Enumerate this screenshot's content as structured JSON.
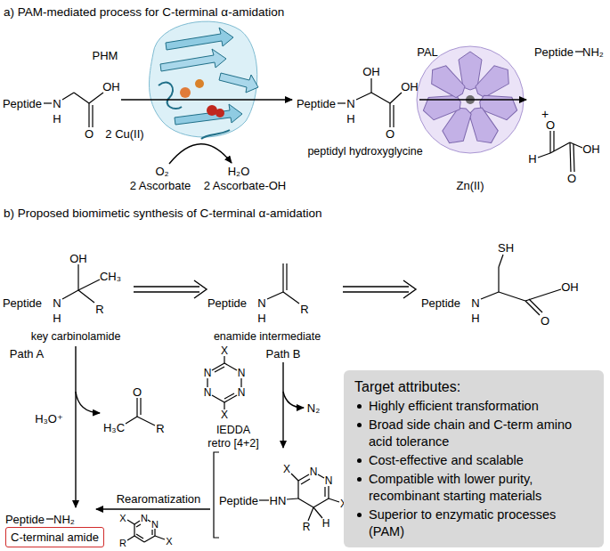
{
  "diagram": {
    "nodes": [
      {
        "text": [
          "C-terminal amide"
        ]
      },
      {
        "text": [
          "Target attributes:",
          "Highly efficient transformation",
          "Broad side chain and C-term amino acid tolerance",
          "Cost-effective and scalable",
          "Compatible with lower purity, recombinant starting materials",
          "Superior to enzymatic processes (PAM)"
        ]
      }
    ],
    "labels": [
      "a) PAM-mediated process for C-terminal α-amidation",
      "PHM",
      "Peptide",
      "N",
      "H",
      "OH",
      "O",
      "2 Cu(II)",
      "O₂",
      "2 Ascorbate",
      "H₂O",
      "2 Ascorbate-OH",
      "Peptide",
      "N",
      "H",
      "OH",
      "OH",
      "O",
      "peptidyl hydroxyglycine",
      "PAL",
      "Zn(II)",
      "Peptide",
      "NH₂",
      "+",
      "H",
      "O",
      "OH",
      "O",
      "b) Proposed biomimetic synthesis of C-terminal α-amidation",
      "OH",
      "CH₃",
      "Peptide",
      "N",
      "H",
      "R",
      "key carbinolamide",
      "Peptide",
      "N",
      "H",
      "R",
      "enamide intermediate",
      "SH",
      "Peptide",
      "N",
      "H",
      "OH",
      "O",
      "Path A",
      "H₃O⁺",
      "O",
      "H₃C",
      "R",
      "Path B",
      "X",
      "N",
      "N",
      "N",
      "N",
      "X",
      "IEDDA",
      "retro [4+2]",
      "N₂",
      "X",
      "N",
      "N",
      "Peptide",
      "HN",
      "R",
      "H",
      "X",
      "Peptide",
      "NH₂",
      "Rearomatization",
      "X",
      "N",
      "N",
      "X",
      "R"
    ]
  }
}
